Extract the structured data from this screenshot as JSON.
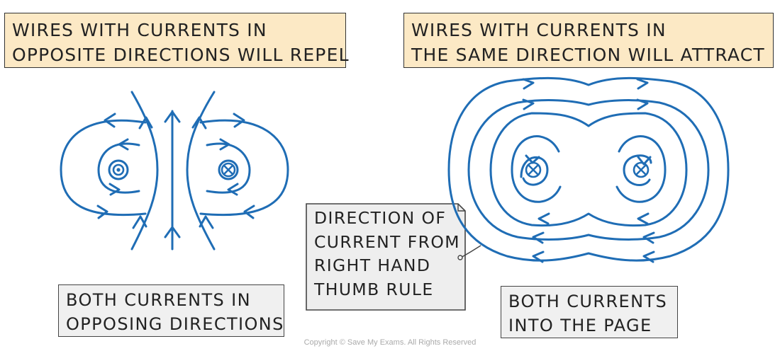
{
  "header_left": {
    "line1": "WIRES WITH CURRENTS IN",
    "line2": "OPPOSITE DIRECTIONS WILL REPEL"
  },
  "header_right": {
    "line1": "WIRES WITH CURRENTS IN",
    "line2": "THE SAME DIRECTION WILL ATTRACT"
  },
  "caption_left": {
    "line1": "BOTH CURRENTS IN",
    "line2": "OPPOSING DIRECTIONS"
  },
  "caption_right": {
    "line1": "BOTH CURRENTS",
    "line2": "INTO THE PAGE"
  },
  "note": {
    "line1": "DIRECTION OF",
    "line2": "CURRENT FROM",
    "line3": "RIGHT HAND",
    "line4": "THUMB RULE"
  },
  "footer": {
    "copyright": "Copyright © Save My Exams. All Rights Reserved"
  },
  "colors": {
    "field_line": "#1f6db5",
    "header_bg": "#fce9c5",
    "caption_bg": "#f0f0f0",
    "note_bg": "#eeeeee"
  },
  "symbols": {
    "left_wire_left": "current-out-of-page-dot",
    "left_wire_right": "current-into-page-cross",
    "right_wire_left": "current-into-page-cross",
    "right_wire_right": "current-into-page-cross"
  }
}
